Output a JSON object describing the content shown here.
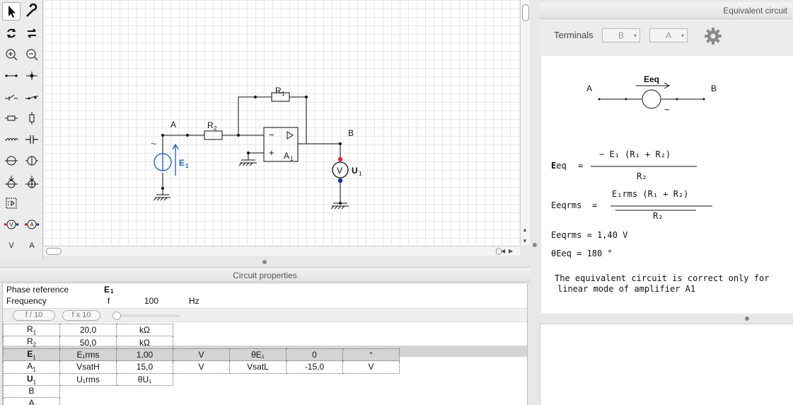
{
  "canvas": {
    "labels": {
      "node_a": "A",
      "node_b": "B",
      "r1": "R",
      "r1_sub": "1",
      "r2": "R",
      "r2_sub": "2",
      "amp": "A",
      "amp_sub": "1",
      "source": "E",
      "source_sub": "1",
      "meter": "U",
      "meter_sub": "1",
      "meter_symbol": "V",
      "minus": "−",
      "plus": "+",
      "tilde": "~"
    }
  },
  "toolbar": {
    "voltmeter_tool": "V",
    "ammeter_tool": "A",
    "label_v": "V",
    "label_a": "A"
  },
  "properties": {
    "title": "Circuit properties",
    "phase_reference_label": "Phase reference",
    "phase_reference_value": "E",
    "phase_reference_sub": "1",
    "frequency_label": "Frequency",
    "frequency_symbol": "f",
    "frequency_value": "100",
    "frequency_unit": "Hz",
    "btn_div10": "f / 10",
    "btn_mul10": "f x 10",
    "rows": [
      {
        "name": "R",
        "sub": "1",
        "c2": "20,0",
        "c3": "kΩ",
        "c4": "",
        "c5": "",
        "c6": "",
        "c7": ""
      },
      {
        "name": "R",
        "sub": "2",
        "c2": "50,0",
        "c3": "kΩ",
        "c4": "",
        "c5": "",
        "c6": "",
        "c7": ""
      },
      {
        "name": "E",
        "sub": "1",
        "c2": "E₁rms",
        "c3": "1,00",
        "c4": "V",
        "c5": "θE₁",
        "c6": "0",
        "c7": "°"
      },
      {
        "name": "A",
        "sub": "1",
        "c2": "VsatH",
        "c3": "15,0",
        "c4": "V",
        "c5": "VsatL",
        "c6": "-15,0",
        "c7": "V"
      },
      {
        "name": "U",
        "sub": "1",
        "c2": "U₁rms",
        "c3": "θU₁",
        "c4": "",
        "c5": "",
        "c6": "",
        "c7": ""
      },
      {
        "name": "B",
        "sub": "",
        "c2": "",
        "c3": "",
        "c4": "",
        "c5": "",
        "c6": "",
        "c7": ""
      },
      {
        "name": "A",
        "sub": "",
        "c2": "",
        "c3": "",
        "c4": "",
        "c5": "",
        "c6": "",
        "c7": ""
      }
    ]
  },
  "equivalent": {
    "title": "Equivalent circuit",
    "terminals_label": "Terminals",
    "terminal_1": "B",
    "terminal_2": "A",
    "diagram_a": "A",
    "diagram_b": "B",
    "diagram_eeq": "Eeq",
    "diagram_tilde": "~",
    "f1_lhs_bold": "E",
    "f1_lhs": "eq",
    "f1_eq": "=",
    "f1_num": "− E₁ (R₁ + R₂)",
    "f1_den": "R₂",
    "f2_lhs": "Eeqrms",
    "f2_eq": "=",
    "f2_num": "E₁rms (R₁ + R₂)",
    "f2_den": "R₂",
    "r1": "Eeqrms  =  1,40 V",
    "r2": "θEeq  =  180 °",
    "note_1": "The equivalent circuit is correct only for",
    "note_2": "linear mode of amplifier A1"
  },
  "colors": {
    "wire": "#111111",
    "source_blue": "#1f5fc0",
    "probe_red": "#e0263a",
    "probe_blue": "#1f2f9a",
    "highlight_row": "#d4d4d4"
  }
}
